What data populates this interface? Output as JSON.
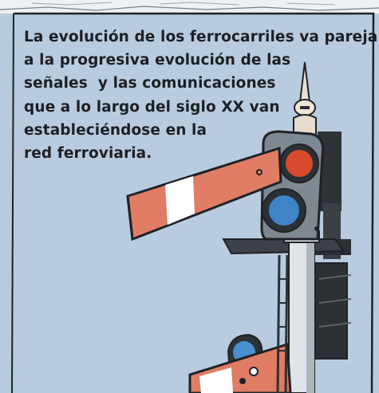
{
  "caption": {
    "lines": [
      "La evolución de los ferrocarriles va pareja",
      "a la progresiva evolución de las",
      "señales  y las comunicaciones",
      "que a lo largo del siglo XX van",
      "estableciéndose en la",
      "red ferroviaria."
    ]
  },
  "colors": {
    "sky": "#b7c9dc",
    "frame_border": "#1f2227",
    "signal_arm": "#e07d64",
    "signal_stripe": "#ffffff",
    "lamp_red": "#d84a2c",
    "lamp_blue": "#3f84c9",
    "post": "#dfe4e8"
  },
  "illustration": {
    "subject": "semaphore-railway-signal"
  }
}
